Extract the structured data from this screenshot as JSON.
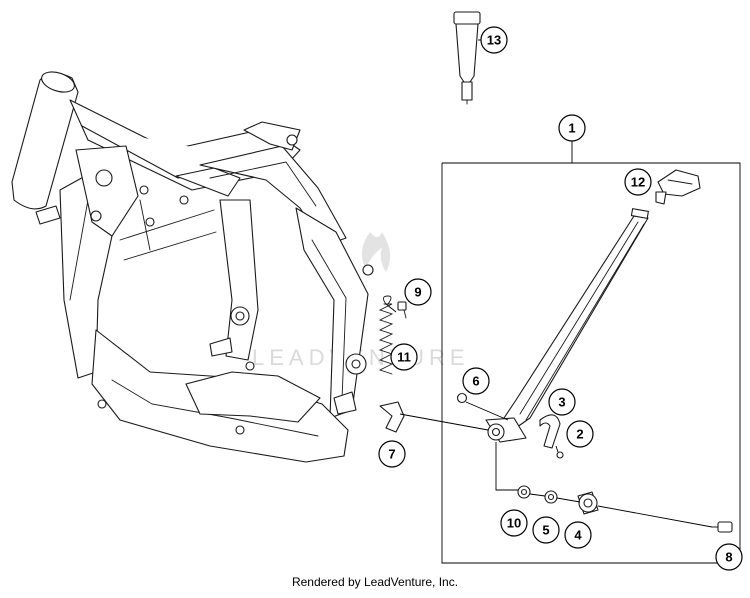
{
  "watermark": "LEADVENTURE",
  "footer_text": "Rendered by LeadVenture, Inc.",
  "callouts": [
    {
      "id": "1",
      "label": "1"
    },
    {
      "id": "2",
      "label": "2"
    },
    {
      "id": "3",
      "label": "3"
    },
    {
      "id": "4",
      "label": "4"
    },
    {
      "id": "5",
      "label": "5"
    },
    {
      "id": "6",
      "label": "6"
    },
    {
      "id": "7",
      "label": "7"
    },
    {
      "id": "8",
      "label": "8"
    },
    {
      "id": "9",
      "label": "9"
    },
    {
      "id": "10",
      "label": "10"
    },
    {
      "id": "11",
      "label": "11"
    },
    {
      "id": "12",
      "label": "12"
    },
    {
      "id": "13",
      "label": "13"
    }
  ]
}
